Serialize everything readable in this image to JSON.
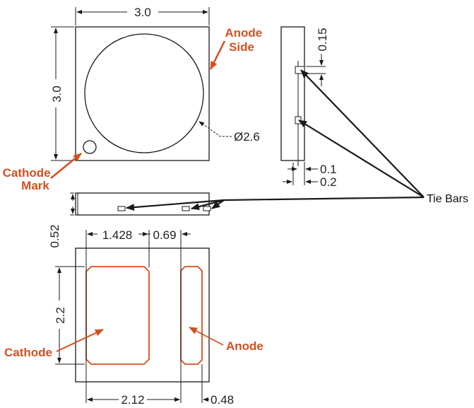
{
  "colors": {
    "line": "#1a1a1a",
    "accent": "#d2501f",
    "background": "#ffffff"
  },
  "top_view": {
    "width_label": "3.0",
    "height_label": "3.0",
    "lens_diameter_label": "Ø2.6",
    "anode_side_label": [
      "Anode",
      "Side"
    ],
    "cathode_mark_label": [
      "Cathode",
      "Mark"
    ]
  },
  "side_view": {
    "dim_top_label": "0.15",
    "dim_bottom_1_label": "0.1",
    "dim_bottom_2_label": "0.2",
    "tie_bars_label": "Tie Bars"
  },
  "front_view": {
    "height_label": "0.52"
  },
  "bottom_view": {
    "cathode_pad_width_label": "1.428",
    "gap_label": "0.69",
    "pad_height_label": "2.2",
    "cathode_total_label": "2.12",
    "anode_pad_width_label": "0.48",
    "cathode_label": "Cathode",
    "anode_label": "Anode"
  }
}
